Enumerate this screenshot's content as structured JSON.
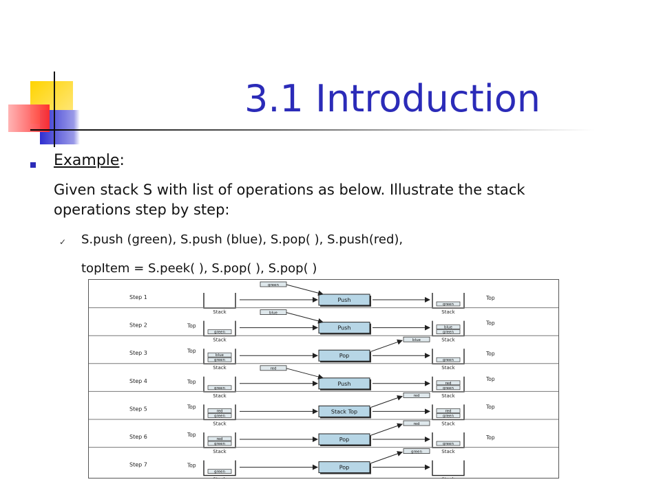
{
  "slide": {
    "title": "3.1 Introduction",
    "example_label": "Example",
    "example_colon": ":",
    "intro_line_1": "Given stack S with list of operations as below. Illustrate the stack",
    "intro_line_2": "operations step by step:",
    "ops_line_1": "S.push (green), S.push (blue), S.pop( ), S.push(red),",
    "ops_line_2": "topItem = S.peek( ), S.pop( ), S.pop( )",
    "bullet_icon": "square-bullet-icon",
    "check_icon": "checkmark-icon",
    "colors": {
      "title": "#2b2bb8",
      "bullet": "#2b2bb8",
      "box_fill": "#b7d6e6",
      "block_yellow": "#ffcc00",
      "block_red": "#ff3333",
      "block_blue": "#3333cc"
    }
  },
  "diagram": {
    "stack_label": "Stack",
    "top_label": "Top",
    "steps": [
      {
        "label": "Step 1",
        "op": "Push",
        "incoming": "green",
        "outgoing": null,
        "before": [],
        "after": [
          "green"
        ]
      },
      {
        "label": "Step 2",
        "op": "Push",
        "incoming": "blue",
        "outgoing": null,
        "before": [
          "green"
        ],
        "after": [
          "blue",
          "green"
        ]
      },
      {
        "label": "Step 3",
        "op": "Pop",
        "incoming": null,
        "outgoing": "blue",
        "before": [
          "blue",
          "green"
        ],
        "after": [
          "green"
        ]
      },
      {
        "label": "Step 4",
        "op": "Push",
        "incoming": "red",
        "outgoing": null,
        "before": [
          "green"
        ],
        "after": [
          "red",
          "green"
        ]
      },
      {
        "label": "Step 5",
        "op": "Stack Top",
        "incoming": null,
        "outgoing": "red",
        "before": [
          "red",
          "green"
        ],
        "after": [
          "red",
          "green"
        ]
      },
      {
        "label": "Step 6",
        "op": "Pop",
        "incoming": null,
        "outgoing": "red",
        "before": [
          "red",
          "green"
        ],
        "after": [
          "green"
        ]
      },
      {
        "label": "Step 7",
        "op": "Pop",
        "incoming": null,
        "outgoing": "green",
        "before": [
          "green"
        ],
        "after": []
      }
    ]
  }
}
